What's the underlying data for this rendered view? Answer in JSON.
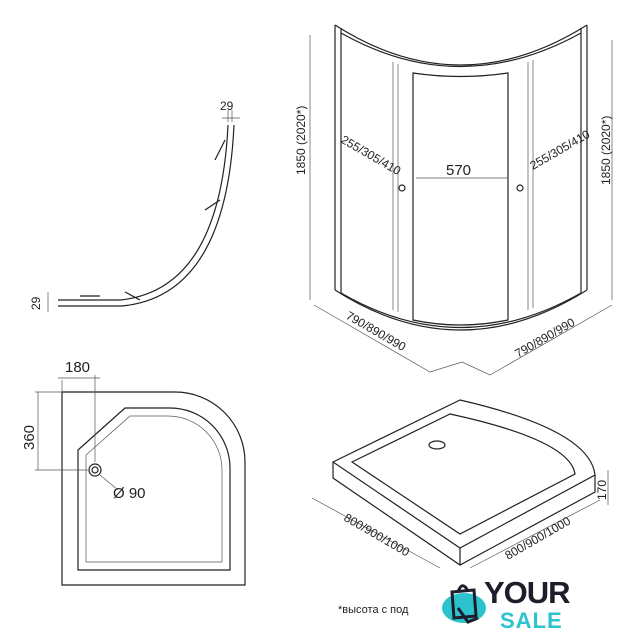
{
  "profile": {
    "dim_top": "29",
    "dim_left": "29"
  },
  "enclosure": {
    "height_left": "1850  (2020*)",
    "height_right": "1850  (2020*)",
    "door_width": "570",
    "side_left": "255/305/410",
    "side_right": "255/305/410",
    "base_left": "790/890/990",
    "base_right": "790/890/990"
  },
  "tray_plan": {
    "dim_x": "180",
    "dim_y": "360",
    "drain": "Ø 90"
  },
  "tray_iso": {
    "height": "170",
    "base_left": "800/900/1000",
    "base_right": "800/900/1000"
  },
  "footnote": "*высота с под",
  "logo": {
    "line1": "YOUR",
    "line2": "SALE",
    "accent": "#2cc3cf",
    "dark": "#1d1d2b"
  }
}
